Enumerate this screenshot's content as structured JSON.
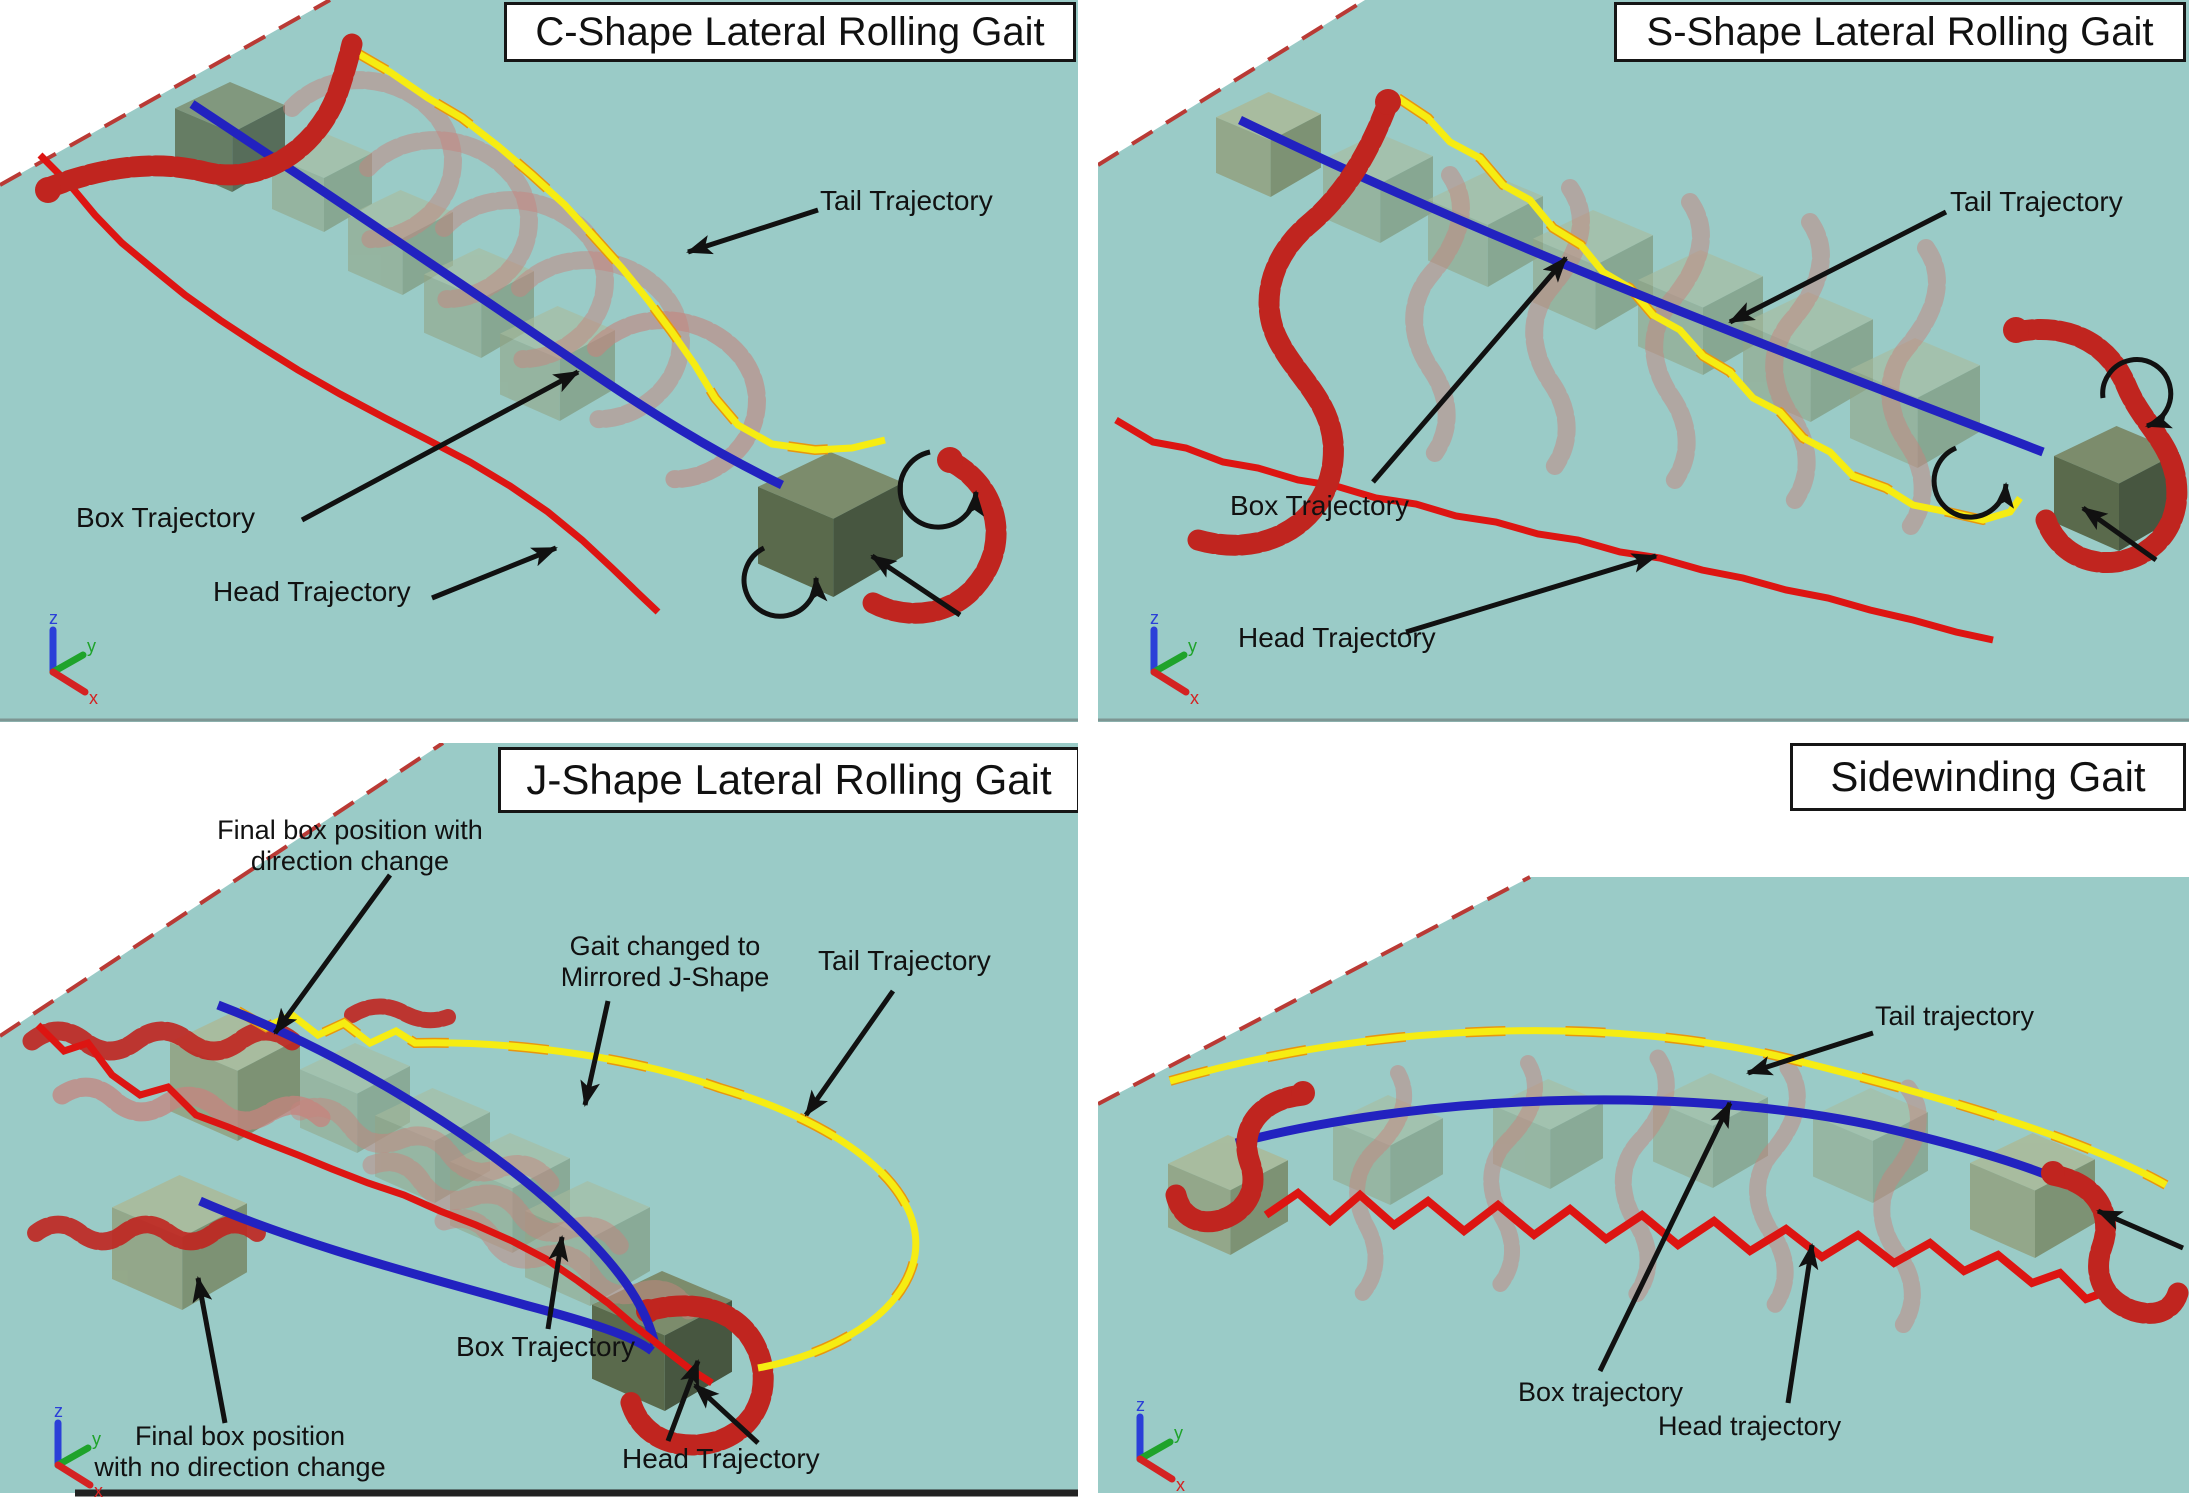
{
  "figure": {
    "axis_triad": {
      "z": "z",
      "y": "y",
      "x": "x"
    },
    "colors": {
      "ground": "#9acbc7",
      "ground_edge_dashed": "#b93a35",
      "robot_red": "#c0251f",
      "robot_ghost": "#c5837d",
      "box_green": "#a9bc9d",
      "box_dark_green": "#5a6a4c",
      "tail_trajectory_yellow": "#f6ec12",
      "tail_trajectory_orange": "#e8960f",
      "box_trajectory_blue": "#2222c0",
      "head_trajectory_red": "#dd1512",
      "annotation_black": "#111111"
    },
    "panels": [
      {
        "id": "c-shape",
        "title": "C-Shape Lateral Rolling Gait",
        "annotations": {
          "tail": "Tail Trajectory",
          "box": "Box Trajectory",
          "head": "Head Trajectory"
        }
      },
      {
        "id": "s-shape",
        "title": "S-Shape Lateral Rolling Gait",
        "annotations": {
          "tail": "Tail Trajectory",
          "box": "Box Trajectory",
          "head": "Head Trajectory"
        }
      },
      {
        "id": "j-shape",
        "title": "J-Shape Lateral Rolling Gait",
        "annotations": {
          "tail": "Tail Trajectory",
          "box": "Box Trajectory",
          "head": "Head Trajectory",
          "final_direction_change": [
            "Final box position with",
            "direction change"
          ],
          "gait_changed": [
            "Gait changed to",
            "Mirrored J-Shape"
          ],
          "final_no_direction_change": [
            "Final box position",
            "with no direction change"
          ]
        }
      },
      {
        "id": "sidewinding",
        "title": "Sidewinding Gait",
        "annotations": {
          "tail": "Tail trajectory",
          "box": "Box trajectory",
          "head": "Head trajectory"
        }
      }
    ]
  }
}
